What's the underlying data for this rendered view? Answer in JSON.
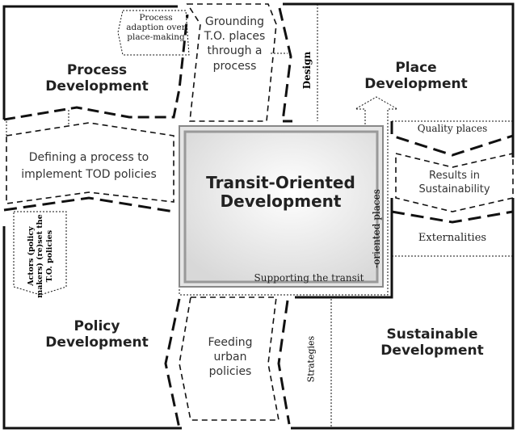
{
  "center": {
    "title": "Transit-Oriented Development"
  },
  "quadrants": {
    "process": "Process Development",
    "place": "Place Development",
    "policy": "Policy Development",
    "sustainable": "Sustainable Development"
  },
  "links": {
    "process_adaption": "Process adaption over place-making",
    "grounding": "Grounding T.O. places through a process",
    "design": "Design",
    "defining": "Defining a process to implement TOD policies",
    "actors": "Actors (policy makers) (re)set the T.O. policies",
    "quality_places": "Quality places",
    "results": "Results in Sustainability",
    "externalities": "Externalities",
    "oriented_places": "-oriented places",
    "supporting": "Supporting the transit",
    "feeding": "Feeding urban policies",
    "strategies": "Strategies"
  }
}
